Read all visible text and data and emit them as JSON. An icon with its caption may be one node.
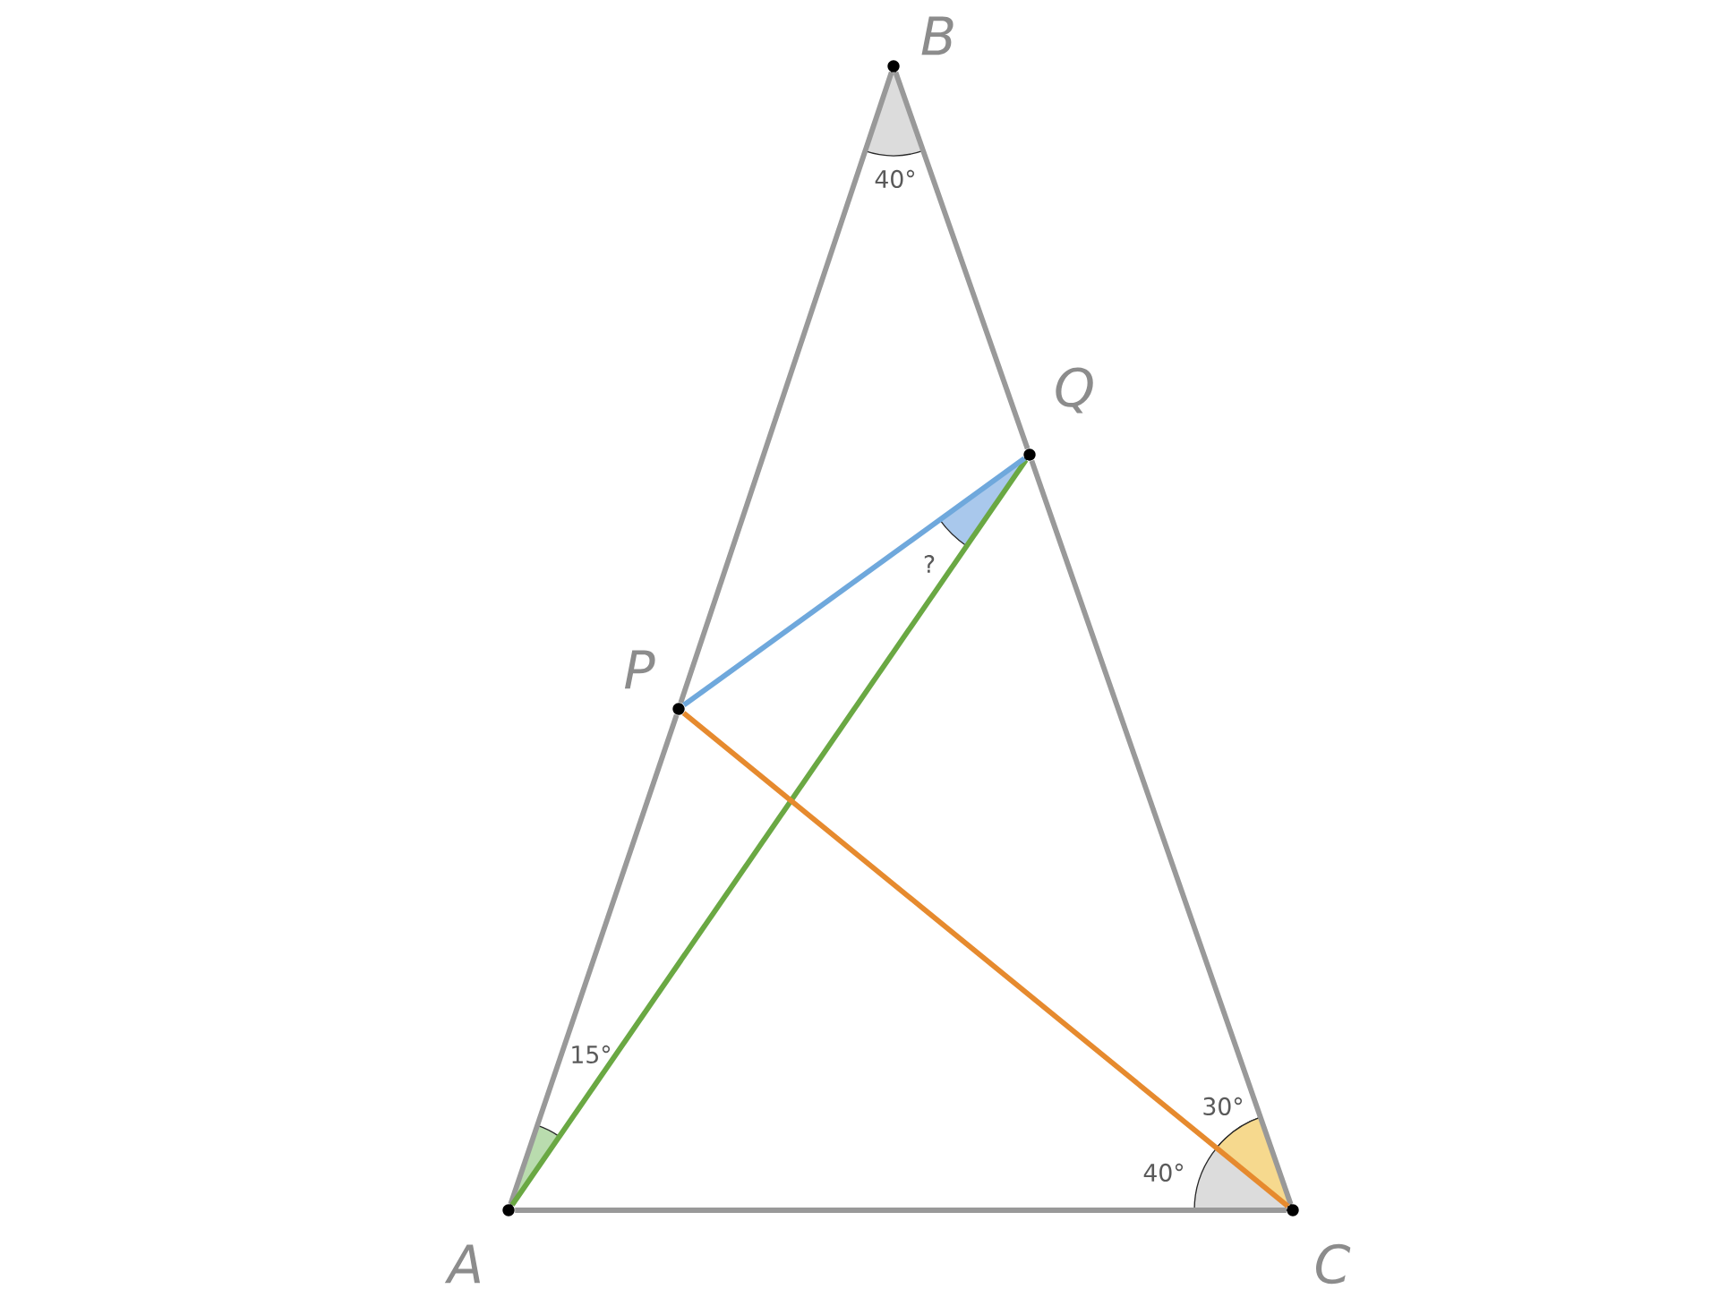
{
  "diagram": {
    "nodes": [
      {
        "text": [],
        "shape": "circle",
        "beside": [
          "B"
        ]
      },
      {
        "text": [],
        "shape": "circle",
        "beside": [
          "Q"
        ]
      },
      {
        "text": [],
        "shape": "circle",
        "beside": [
          "P"
        ]
      },
      {
        "text": [],
        "shape": "circle",
        "beside": [
          "A"
        ]
      },
      {
        "text": [],
        "shape": "circle",
        "beside": [
          "C"
        ]
      }
    ],
    "edges": [
      {
        "from": 3,
        "to": 2,
        "arrow": "none"
      },
      {
        "from": 2,
        "to": 0,
        "arrow": "none"
      },
      {
        "from": 0,
        "to": 1,
        "arrow": "none"
      },
      {
        "from": 1,
        "to": 4,
        "arrow": "none"
      },
      {
        "from": 3,
        "to": 4,
        "arrow": "none"
      },
      {
        "from": 3,
        "to": 1,
        "arrow": "none",
        "color": "#6aa843"
      },
      {
        "from": 2,
        "to": 4,
        "arrow": "none",
        "color": "#e68a2e"
      },
      {
        "from": 2,
        "to": 1,
        "arrow": "none",
        "color": "#6fa8dc"
      }
    ],
    "labels": [
      "40°",
      "?",
      "15°",
      "30°",
      "40°"
    ]
  }
}
